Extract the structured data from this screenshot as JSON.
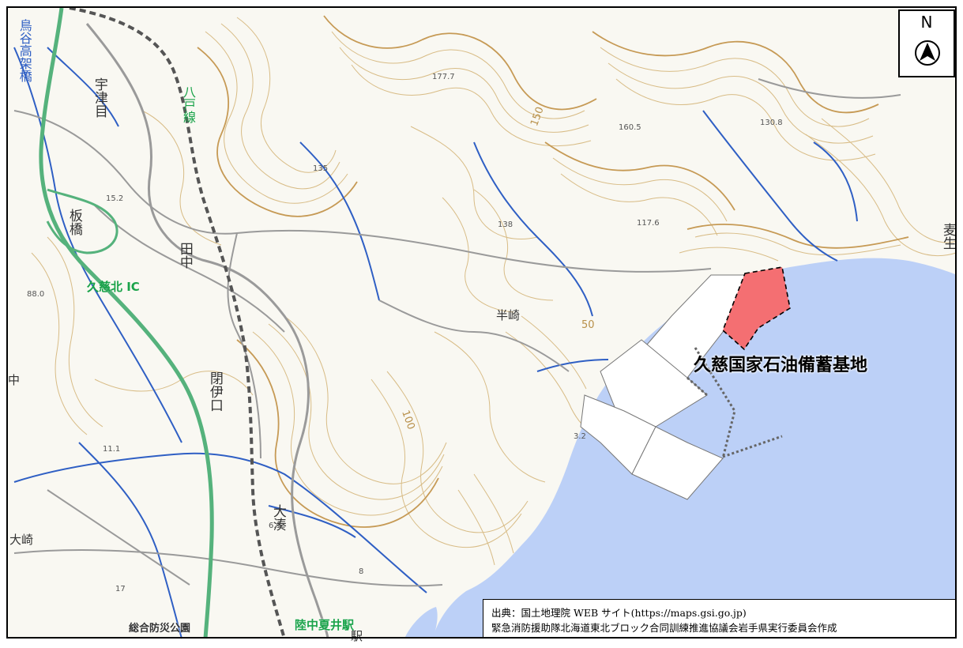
{
  "map": {
    "north_label": "N",
    "colors": {
      "land": "#f9f8f2",
      "sea": "#bcd0f7",
      "contour": "#d8bc86",
      "contour_index": "#c69a55",
      "river": "#2f5fc4",
      "expressway": "#55b27c",
      "railway": "#555555",
      "road": "#9a9a9a",
      "facility_fill": "#f46f72",
      "ic_label": "#1aa34a"
    },
    "labels": {
      "facility": "久慈国家石油備蓄基地",
      "interchange": "久慈北 IC",
      "station": "陸中夏井駅",
      "park": "総合防災公園",
      "railway_line": "八戸線",
      "bridge": "鳥谷高架橋"
    },
    "places": {
      "utsume": "宇津目",
      "itabashi": "板橋",
      "tanaka": "田中",
      "heiiguchi": "閉伊口",
      "ominato": "大湊",
      "hanzaki": "半崎",
      "mugyu": "麦生",
      "osaki": "大崎",
      "eki": "駅",
      "naka": "中"
    },
    "elevations": {
      "e1": "177.7",
      "e2": "160.5",
      "e3": "130.8",
      "e4": "135",
      "e5": "138",
      "e6": "117.6",
      "e7": "15.2",
      "e8": "88.0",
      "e9": "11.1",
      "e10": "3.2",
      "e11": "6.9",
      "e12": "8",
      "e13": "17"
    },
    "contour_labels": {
      "c150": "150",
      "c50": "50",
      "c100": "100"
    },
    "source": {
      "line1": "出典：国土地理院 WEB サイト(https://maps.gsi.go.jp)",
      "line2": "緊急消防援助隊北海道東北ブロック合同訓練推進協議会岩手県実行委員会作成"
    }
  }
}
